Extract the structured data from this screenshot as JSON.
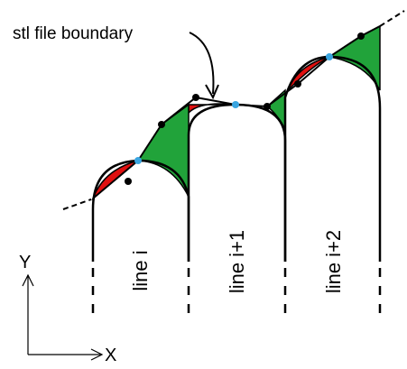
{
  "annotation": {
    "text": "stl file boundary"
  },
  "lines": [
    {
      "label": "line i"
    },
    {
      "label": "line  i+1"
    },
    {
      "label": "line  i+2"
    }
  ],
  "axes": {
    "y_label": "Y",
    "x_label": "X"
  },
  "colors": {
    "under_fill": "#e01010",
    "over_fill": "#21a33a",
    "intersection_point": "#3aa5e0",
    "corner_point": "#000000",
    "stroke": "#000000"
  }
}
